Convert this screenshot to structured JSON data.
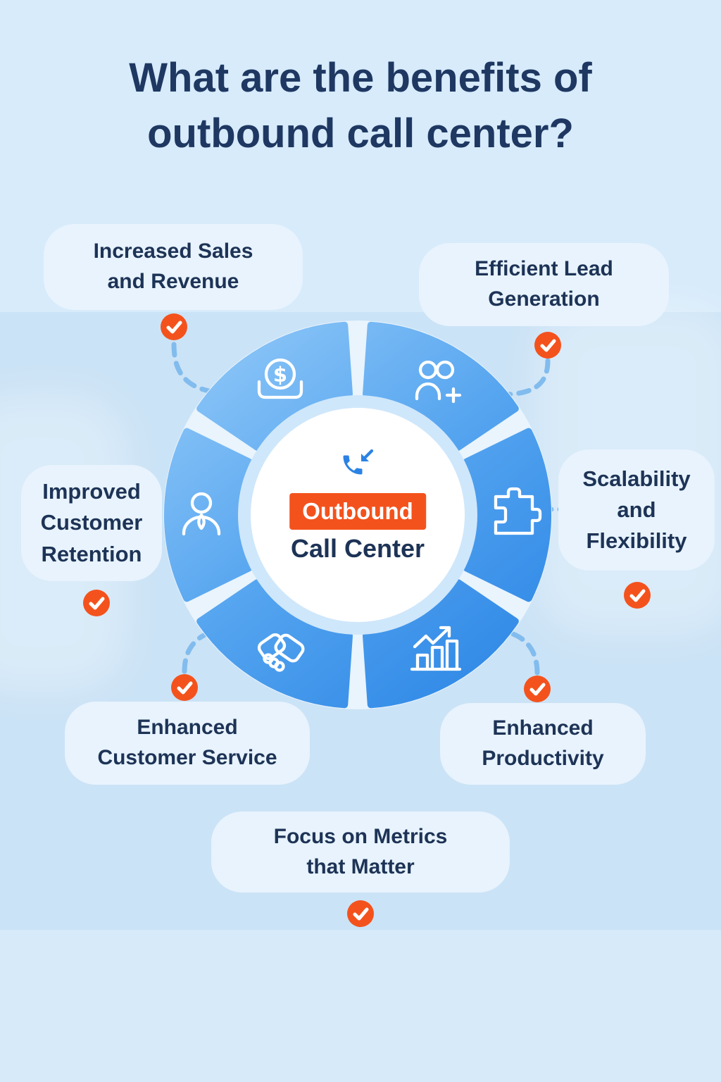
{
  "title": {
    "text": "What are the benefits of\noutbound call center?"
  },
  "center": {
    "icon": "phone-incoming-icon",
    "highlight": "Outbound",
    "label": "Call Center"
  },
  "benefits": [
    {
      "label": "Increased Sales\nand Revenue",
      "icon": "money-icon",
      "checked": true
    },
    {
      "label": "Efficient Lead\nGeneration",
      "icon": "user-plus-icon",
      "checked": true
    },
    {
      "label": "Improved\nCustomer\nRetention",
      "icon": "user-icon",
      "checked": true
    },
    {
      "label": "Scalability\nand\nFlexibility",
      "icon": "puzzle-icon",
      "checked": true
    },
    {
      "label": "Enhanced\nCustomer Service",
      "icon": "handshake-icon",
      "checked": true
    },
    {
      "label": "Enhanced\nProductivity",
      "icon": "chart-growth-icon",
      "checked": true
    },
    {
      "label": "Focus on Metrics\nthat Matter",
      "icon": null,
      "checked": true
    }
  ],
  "colors": {
    "accent_orange": "#f4521d",
    "brand_blue": "#2b82e4",
    "navy_text": "#1e3862",
    "segment_light": "#90c8f8",
    "segment_dark": "#2a85e5",
    "pill_background": "#e8f3fd",
    "connector_blue": "#82bcee"
  }
}
